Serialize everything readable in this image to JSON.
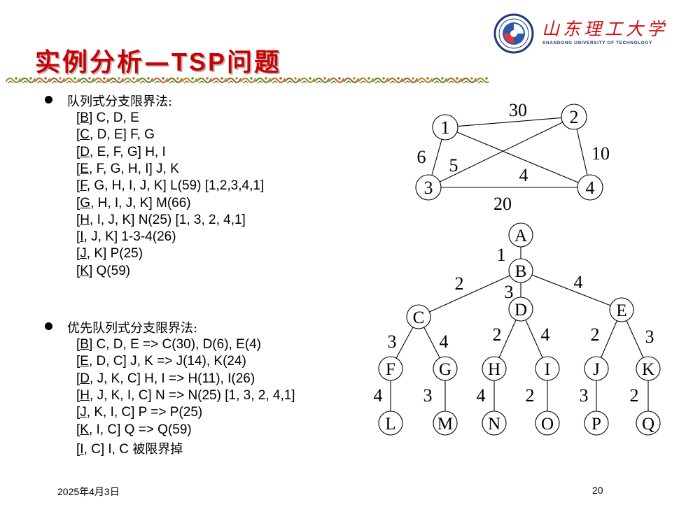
{
  "title": {
    "main": "实例分析—",
    "latin": "TSP",
    "tail": "问题"
  },
  "logo": {
    "name_cn": "山东理工大学",
    "name_en": "SHANDONG UNIVERSITY OF TECHNOLOGY"
  },
  "section_fifo": {
    "heading": "队列式分支限界法:",
    "lines": [
      {
        "node": "B",
        "rest": "] C, D, E"
      },
      {
        "node": "C",
        "rest": ", D, E] F, G"
      },
      {
        "node": "D",
        "rest": ", E, F, G] H, I"
      },
      {
        "node": "E",
        "rest": ", F, G, H, I] J, K"
      },
      {
        "node": "F",
        "rest": ", G, H, I, J, K] L(59) [1,2,3,4,1]"
      },
      {
        "node": "G",
        "rest": ", H, I, J, K] M(66)"
      },
      {
        "node": "H",
        "rest": ", I, J, K] N(25) [1, 3, 2, 4,1]"
      },
      {
        "node": "I",
        "rest": ", J, K] 1-3-4(26)"
      },
      {
        "node": "J",
        "rest": ", K] P(25)"
      },
      {
        "node": "K",
        "rest": "] Q(59)"
      }
    ]
  },
  "section_priority": {
    "heading": "优先队列式分支限界法:",
    "lines": [
      {
        "node": "B",
        "rest": "] C, D, E => C(30), D(6), E(4)"
      },
      {
        "node": "E",
        "rest": ", D, C] J, K => J(14), K(24)"
      },
      {
        "node": "D",
        "rest": ", J, K, C] H, I => H(11), I(26)"
      },
      {
        "node": "H",
        "rest": ", J, K, I, C] N => N(25) [1, 3, 2, 4,1]"
      },
      {
        "node": "J",
        "rest": ", K, I, C] P => P(25)"
      },
      {
        "node": "K",
        "rest": ", I, C] Q => Q(59)"
      },
      {
        "node": "I",
        "rest": ", C] I, C ",
        "suffix": "被限界掉"
      }
    ]
  },
  "graph": {
    "nodes": [
      "1",
      "2",
      "3",
      "4"
    ],
    "edges": [
      {
        "from": "1",
        "to": "2",
        "weight": "30"
      },
      {
        "from": "1",
        "to": "3",
        "weight": "6"
      },
      {
        "from": "2",
        "to": "3",
        "weight": "5"
      },
      {
        "from": "1",
        "to": "4",
        "weight": "4"
      },
      {
        "from": "2",
        "to": "4",
        "weight": "10"
      },
      {
        "from": "3",
        "to": "4",
        "weight": "20"
      }
    ]
  },
  "tree": {
    "nodes": [
      "A",
      "B",
      "C",
      "D",
      "E",
      "F",
      "G",
      "H",
      "I",
      "J",
      "K",
      "L",
      "M",
      "N",
      "O",
      "P",
      "Q"
    ],
    "edges": [
      {
        "from": "A",
        "to": "B",
        "weight": "1"
      },
      {
        "from": "B",
        "to": "C",
        "weight": "2"
      },
      {
        "from": "B",
        "to": "D",
        "weight": "3"
      },
      {
        "from": "B",
        "to": "E",
        "weight": "4"
      },
      {
        "from": "C",
        "to": "F",
        "weight": "3"
      },
      {
        "from": "C",
        "to": "G",
        "weight": "4"
      },
      {
        "from": "D",
        "to": "H",
        "weight": "2"
      },
      {
        "from": "D",
        "to": "I",
        "weight": "4"
      },
      {
        "from": "E",
        "to": "J",
        "weight": "2"
      },
      {
        "from": "E",
        "to": "K",
        "weight": "3"
      },
      {
        "from": "F",
        "to": "L",
        "weight": "4"
      },
      {
        "from": "G",
        "to": "M",
        "weight": "3"
      },
      {
        "from": "H",
        "to": "N",
        "weight": "4"
      },
      {
        "from": "I",
        "to": "O",
        "weight": "2"
      },
      {
        "from": "J",
        "to": "P",
        "weight": "3"
      },
      {
        "from": "K",
        "to": "Q",
        "weight": "2"
      }
    ]
  },
  "footer": {
    "date": "2025年4月3日",
    "page": "20"
  },
  "colors": {
    "title": "#cc0000",
    "logo_red": "#cc1111",
    "logo_blue": "#1d3a78"
  }
}
